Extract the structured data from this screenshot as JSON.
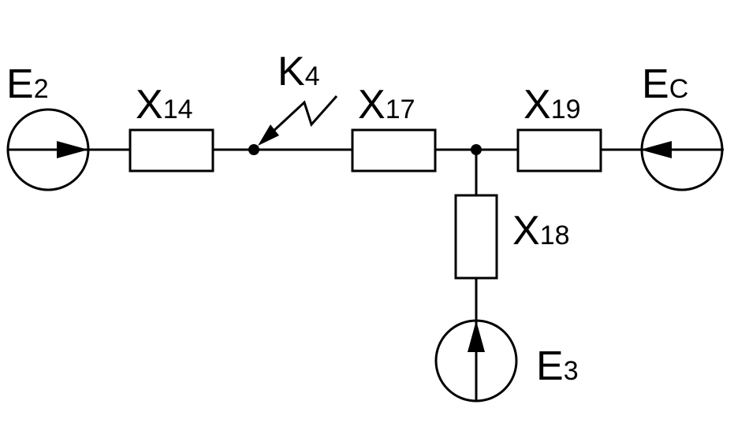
{
  "labels": {
    "e2_main": "E",
    "e2_sub": "2",
    "x14_main": "X",
    "x14_sub": "14",
    "k4_main": "K",
    "k4_sub": "4",
    "x17_main": "X",
    "x17_sub": "17",
    "x19_main": "X",
    "x19_sub": "19",
    "ec_main": "E",
    "ec_sub": "C",
    "x18_main": "X",
    "x18_sub": "18",
    "e3_main": "E",
    "e3_sub": "3"
  },
  "colors": {
    "stroke": "#000000",
    "background": "#ffffff"
  }
}
